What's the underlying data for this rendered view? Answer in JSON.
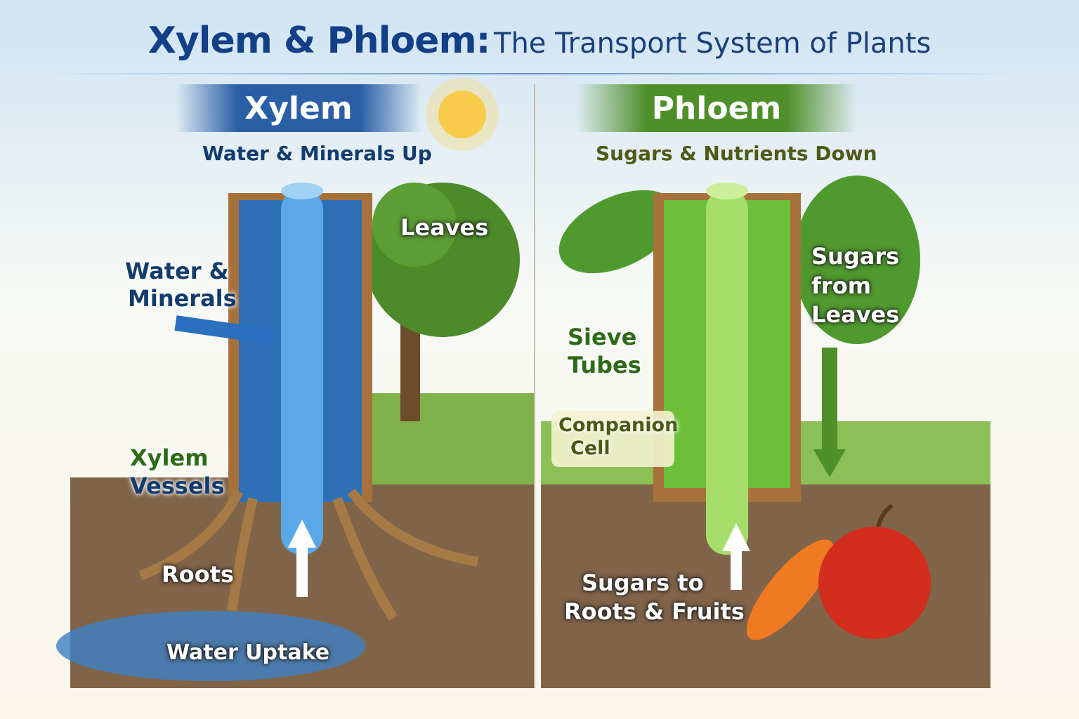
{
  "title": {
    "main": "Xylem & Phloem:",
    "sub": "The Transport System of Plants"
  },
  "xylem": {
    "heading": "Xylem",
    "subheading": "Water & Minerals Up",
    "labels": {
      "leaves": "Leaves",
      "water_minerals_1": "Water &",
      "water_minerals_2": "Minerals",
      "vessels_1": "Xylem",
      "vessels_2": "Vessels",
      "roots": "Roots",
      "uptake": "Water Uptake"
    }
  },
  "phloem": {
    "heading": "Phloem",
    "subheading": "Sugars & Nutrients Down",
    "labels": {
      "sieve_1": "Sieve",
      "sieve_2": "Tubes",
      "sugars_1": "Sugars",
      "sugars_2": "from",
      "sugars_3": "Leaves",
      "companion_1": "Companion",
      "companion_2": "Cell",
      "roots_fruits_1": "Sugars to",
      "roots_fruits_2": "Roots & Fruits"
    }
  },
  "colors": {
    "xylem": "#2a6fc0",
    "phloem": "#5fae2e",
    "title": "#123f86",
    "soil": "#6b4a2b"
  }
}
